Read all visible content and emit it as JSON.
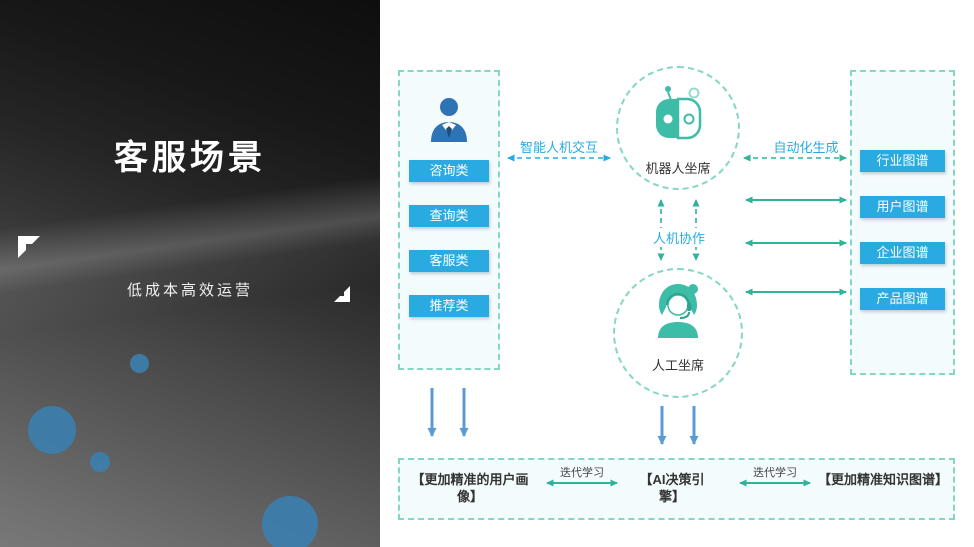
{
  "slide": {
    "title": "客服场景",
    "subtitle": "低成本高效运营"
  },
  "input_panel": {
    "items": [
      "咨询类",
      "查询类",
      "客服类",
      "推荐类"
    ]
  },
  "agents": {
    "robot_label": "机器人坐席",
    "human_label": "人工坐席"
  },
  "flow_labels": {
    "hmi": "智能人机交互",
    "autogen": "自动化生成",
    "collab": "人机协作"
  },
  "graph_panel": {
    "items": [
      "行业图谱",
      "用户图谱",
      "企业图谱",
      "产品图谱"
    ]
  },
  "bottom_panel": {
    "user_profile": "【更加精准的用户画像】",
    "iterate_left": "迭代学习",
    "ai_engine": "【AI决策引擎】",
    "iterate_right": "迭代学习",
    "knowledge_graph": "【更加精准知识图谱】"
  },
  "colors": {
    "button_blue": "#29ABE2",
    "arrow_steel_blue": "#5B9BD5",
    "teal": "#2FB39B",
    "dashed_border": "#84D7C4",
    "person_blue": "#2E74B5",
    "decor_circle_blue": "#3C7FAE"
  }
}
